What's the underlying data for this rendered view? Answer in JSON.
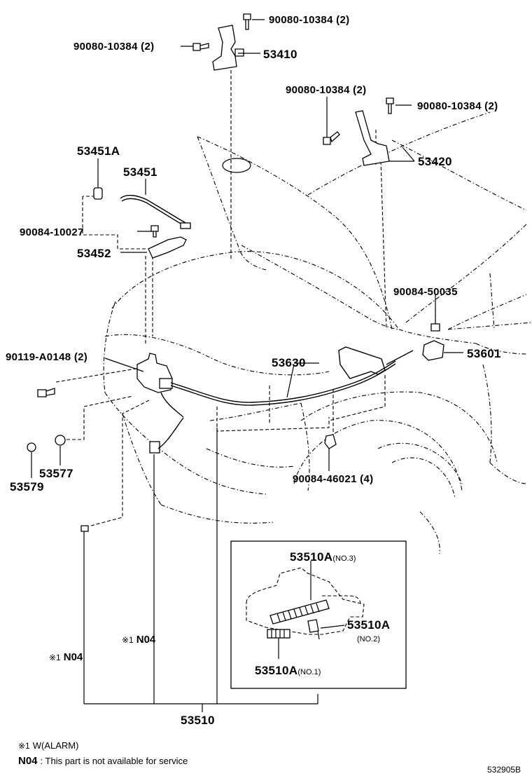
{
  "labels": {
    "bolt_top_right": "90080-10384 (2)",
    "bolt_top_left": "90080-10384 (2)",
    "hinge_left": "53410",
    "bolt_mid_left": "90080-10384 (2)",
    "bolt_mid_right": "90080-10384 (2)",
    "hinge_right": "53420",
    "cushion": "53451A",
    "stay": "53451",
    "clip_stay": "90084-10027",
    "stay_holder": "53452",
    "clip_right": "90084-50035",
    "lever": "53601",
    "cable": "53630",
    "bolt_lock": "90119-A0148 (2)",
    "cushion_a": "53577",
    "cushion_b": "53579",
    "clips_cable": "90084-46021 (4)",
    "latch_assy": "53510",
    "spring_no3": "53510A",
    "spring_no3_sub": "(NO.3)",
    "spring_no2": "53510A",
    "spring_no2_sub": "(NO.2)",
    "spring_no1": "53510A",
    "spring_no1_sub": "(NO.1)",
    "n04_mid_mark": "※1",
    "n04_mid": "N04",
    "n04_left_mark": "※1",
    "n04_left": "N04"
  },
  "legend": {
    "mark": "※1",
    "mark_text": "W(ALARM)",
    "n04": "N04",
    "n04_text": ": This part is not available for service"
  },
  "figure_ref": "532905B"
}
